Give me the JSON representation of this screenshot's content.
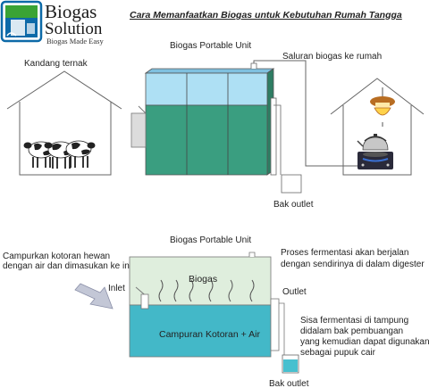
{
  "logo": {
    "line1": "Biogas",
    "line2": "Solution",
    "tagline": "Biogas Made Easy"
  },
  "title": "Cara Memanfaatkan Biogas untuk Kebutuhan Rumah Tangga",
  "top": {
    "kandang_label": "Kandang ternak",
    "unit_label": "Biogas Portable Unit",
    "saluran_label": "Saluran biogas ke rumah",
    "bak_label": "Bak outlet"
  },
  "bottom": {
    "unit_label": "Biogas Portable Unit",
    "input_note": [
      "Campurkan kotoran hewan",
      "dengan air dan dimasukan ke inlet"
    ],
    "inlet_label": "Inlet",
    "ferment_note": [
      "Proses fermentasi akan berjalan",
      "dengan sendirinya di dalam digester"
    ],
    "outlet_label": "Outlet",
    "biogas_label": "Biogas",
    "mix_label": "Campuran Kotoran + Air",
    "sisa_note": [
      "Sisa fermentasi di tampung",
      "didalam bak pembuangan",
      "yang kemudian dapat digunakan",
      "sebagai pupuk cair"
    ],
    "bak_label": "Bak outlet"
  },
  "colors": {
    "tank_top": "#aee0f4",
    "tank_body": "#3a9e80",
    "digester_gas": "#dfeedd",
    "digester_liquid": "#43b8c8",
    "bak_water": "#48c0cf",
    "lamp": "#b86d22",
    "logo_blue": "#0d6aa8",
    "logo_green": "#3aa335"
  },
  "icons": [
    "logo-icon",
    "cow-icon",
    "lamp-icon",
    "kettle-icon",
    "stove-icon",
    "arrow-icon"
  ]
}
